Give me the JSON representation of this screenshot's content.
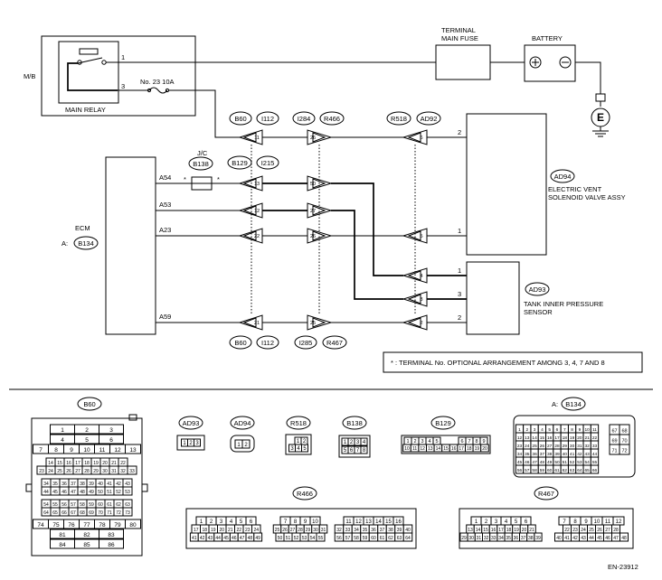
{
  "labels": {
    "mb": "M/B",
    "main_relay": "MAIN RELAY",
    "fuse": "No. 23   10A",
    "terminal_main_fuse_1": "TERMINAL",
    "terminal_main_fuse_2": "MAIN FUSE",
    "battery": "BATTERY",
    "ground": "E",
    "jc": "J/C",
    "ecm": "ECM",
    "ecm_prefix": "A:",
    "ad94": "AD94",
    "ad94_name_1": "ELECTRIC VENT",
    "ad94_name_2": "SOLENOID VALVE ASSY",
    "ad93": "AD93",
    "ad93_name_1": "TANK INNER PRESSURE",
    "ad93_name_2": "SENSOR",
    "note": "* : TERMINAL No. OPTIONAL ARRANGEMENT AMONG 3, 4, 7 AND 8",
    "b134_prefix": "A:",
    "code": "EN-23912"
  },
  "conn": [
    "B60",
    "I112",
    "I284",
    "R466",
    "R518",
    "AD92",
    "B138",
    "B129",
    "I215",
    "B134",
    "B60",
    "I112",
    "I285",
    "R467"
  ],
  "wire": {
    "w1": "1",
    "w3": "3",
    "a54": "A54",
    "a53": "A53",
    "a23": "A23",
    "a59": "A59",
    "ad94_2": "2",
    "ad94_1": "1",
    "ad93_1": "1",
    "ad93_3": "3",
    "ad93_2": "2",
    "star1": "*",
    "star2": "*"
  },
  "pins": [
    "11",
    "26",
    "6",
    "13",
    "50",
    "12",
    "27",
    "22",
    "26",
    "5",
    "4",
    "3",
    "21",
    "25",
    "2"
  ],
  "views": {
    "b60": "B60",
    "ad93": "AD93",
    "ad94": "AD94",
    "r518": "R518",
    "b138": "B138",
    "b129": "B129",
    "b134": "B134",
    "r466": "R466",
    "r467": "R467"
  },
  "pin_tables": {
    "b60_big": [
      [
        "1",
        "2",
        "3"
      ],
      [
        "4",
        "5",
        "6"
      ],
      [
        "7",
        "8",
        "9",
        "10",
        "11",
        "12",
        "13"
      ]
    ],
    "b60_mid1": [
      [
        "14",
        "15",
        "16",
        "17",
        "18",
        "19",
        "20",
        "21",
        "22"
      ],
      [
        "23",
        "24",
        "25",
        "26",
        "27",
        "28",
        "29",
        "30",
        "31",
        "32",
        "33"
      ]
    ],
    "b60_mid2": [
      [
        "34",
        "35",
        "36",
        "37",
        "38",
        "39",
        "40",
        "41",
        "42",
        "43"
      ],
      [
        "44",
        "45",
        "46",
        "47",
        "48",
        "49",
        "50",
        "51",
        "52",
        "53"
      ]
    ],
    "b60_mid3": [
      [
        "54",
        "55",
        "56",
        "57",
        "58",
        "59",
        "60",
        "61",
        "62",
        "63"
      ],
      [
        "64",
        "65",
        "66",
        "67",
        "68",
        "69",
        "70",
        "71",
        "72",
        "73"
      ]
    ],
    "b60_bot": [
      [
        "74",
        "75",
        "76",
        "77",
        "78",
        "79",
        "80"
      ],
      [
        "81",
        "82",
        "83"
      ],
      [
        "84",
        "85",
        "86"
      ]
    ],
    "ad93": [
      "1",
      "2",
      "3"
    ],
    "ad94": [
      "1",
      "2"
    ],
    "r518": [
      [
        "1",
        "2"
      ],
      [
        "3",
        "4",
        "5"
      ]
    ],
    "b138": [
      [
        "1",
        "2",
        "3",
        "4"
      ],
      [
        "5",
        "6",
        "7",
        "8"
      ]
    ],
    "b129": [
      [
        "1",
        "2",
        "3",
        "4",
        "5",
        "6",
        "7",
        "8",
        "9"
      ],
      [
        "10",
        "11",
        "12",
        "13",
        "14",
        "15",
        "16",
        "17",
        "18",
        "19",
        "20"
      ]
    ],
    "b134": [
      [
        "1",
        "2",
        "3",
        "4",
        "5",
        "6",
        "7",
        "8",
        "9",
        "10",
        "11"
      ],
      [
        "12",
        "13",
        "14",
        "15",
        "16",
        "17",
        "18",
        "19",
        "20",
        "21",
        "22"
      ],
      [
        "23",
        "24",
        "25",
        "26",
        "27",
        "28",
        "29",
        "30",
        "31",
        "32",
        "33"
      ],
      [
        "34",
        "35",
        "36",
        "37",
        "38",
        "39",
        "40",
        "41",
        "42",
        "43",
        "44"
      ],
      [
        "45",
        "46",
        "47",
        "48",
        "49",
        "50",
        "51",
        "52",
        "53",
        "54",
        "55"
      ],
      [
        "56",
        "57",
        "58",
        "59",
        "60",
        "61",
        "62",
        "63",
        "64",
        "65",
        "66"
      ]
    ],
    "b134_side": [
      [
        "67",
        "68"
      ],
      [
        "69",
        "70"
      ],
      [
        "71",
        "72"
      ]
    ],
    "r466_a": [
      [
        "1",
        "2",
        "3",
        "4",
        "5",
        "6"
      ],
      [
        "17",
        "18",
        "19",
        "20",
        "21",
        "22",
        "23",
        "24"
      ],
      [
        "41",
        "42",
        "43",
        "44",
        "45",
        "46",
        "47",
        "48",
        "49"
      ]
    ],
    "r466_b": [
      [
        "7",
        "8",
        "9",
        "10"
      ],
      [
        "25",
        "26",
        "27",
        "28",
        "29",
        "30",
        "31"
      ],
      [
        "50",
        "51",
        "52",
        "53",
        "54",
        "55"
      ]
    ],
    "r466_c": [
      [
        "11",
        "12",
        "13",
        "14",
        "15",
        "16"
      ],
      [
        "32",
        "33",
        "34",
        "35",
        "36",
        "37",
        "38",
        "39",
        "40"
      ],
      [
        "56",
        "57",
        "58",
        "59",
        "60",
        "61",
        "62",
        "63",
        "64"
      ]
    ],
    "r467_a": [
      [
        "1",
        "2",
        "3",
        "4",
        "5",
        "6"
      ],
      [
        "13",
        "14",
        "15",
        "16",
        "17",
        "18",
        "19",
        "20",
        "21"
      ],
      [
        "29",
        "30",
        "31",
        "32",
        "33",
        "34",
        "35",
        "36",
        "37",
        "38",
        "39"
      ]
    ],
    "r467_b": [
      [
        "7",
        "8",
        "9",
        "10",
        "11",
        "12"
      ],
      [
        "22",
        "23",
        "24",
        "25",
        "26",
        "27",
        "28"
      ],
      [
        "40",
        "41",
        "42",
        "43",
        "44",
        "45",
        "46",
        "47",
        "48"
      ]
    ]
  }
}
